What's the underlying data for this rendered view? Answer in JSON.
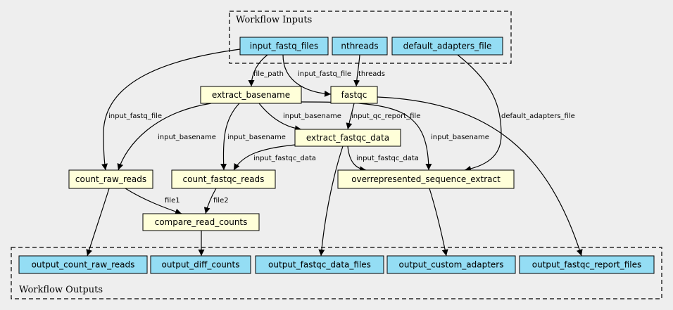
{
  "clusters": {
    "inputs": {
      "label": "Workflow Inputs"
    },
    "outputs": {
      "label": "Workflow Outputs"
    }
  },
  "nodes": {
    "input_fastq_files": "input_fastq_files",
    "nthreads": "nthreads",
    "default_adapters_file": "default_adapters_file",
    "extract_basename": "extract_basename",
    "fastqc": "fastqc",
    "extract_fastqc_data": "extract_fastqc_data",
    "count_raw_reads": "count_raw_reads",
    "count_fastqc_reads": "count_fastqc_reads",
    "overrepresented_sequence_extract": "overrepresented_sequence_extract",
    "compare_read_counts": "compare_read_counts",
    "output_count_raw_reads": "output_count_raw_reads",
    "output_diff_counts": "output_diff_counts",
    "output_fastqc_data_files": "output_fastqc_data_files",
    "output_custom_adapters": "output_custom_adapters",
    "output_fastqc_report_files": "output_fastqc_report_files"
  },
  "edges": {
    "e1": "file_path",
    "e2": "input_fastq_file",
    "e3": "threads",
    "e4": "input_fastq_file",
    "e5": "input_basename",
    "e6": "input_basename",
    "e7": "input_basename",
    "e8": "input_basename",
    "e9": "input_qc_report_file",
    "e10": "input_fastqc_data",
    "e11": "input_fastqc_data",
    "e12": "default_adapters_file",
    "e13": "file1",
    "e14": "file2"
  }
}
